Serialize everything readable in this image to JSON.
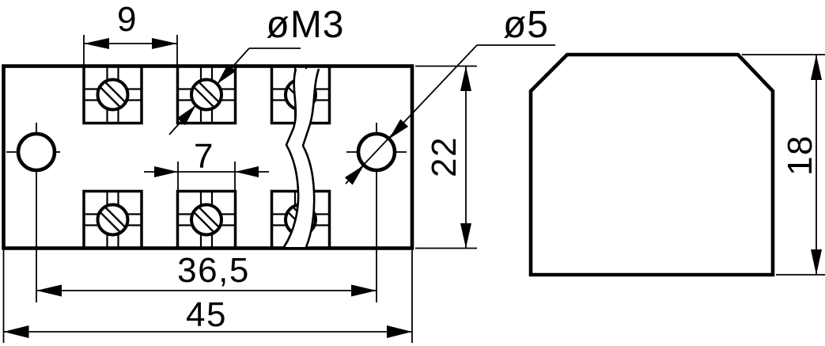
{
  "sheet": {
    "background_color": "#ffffff",
    "line_color": "#000000"
  },
  "dimensions": {
    "terminal_pitch": "9",
    "screw_thread": "øM3",
    "hole_diameter": "ø5",
    "clamp_width": "7",
    "body_depth": "22",
    "hole_spacing": "36,5",
    "body_width": "45",
    "profile_height": "18"
  }
}
